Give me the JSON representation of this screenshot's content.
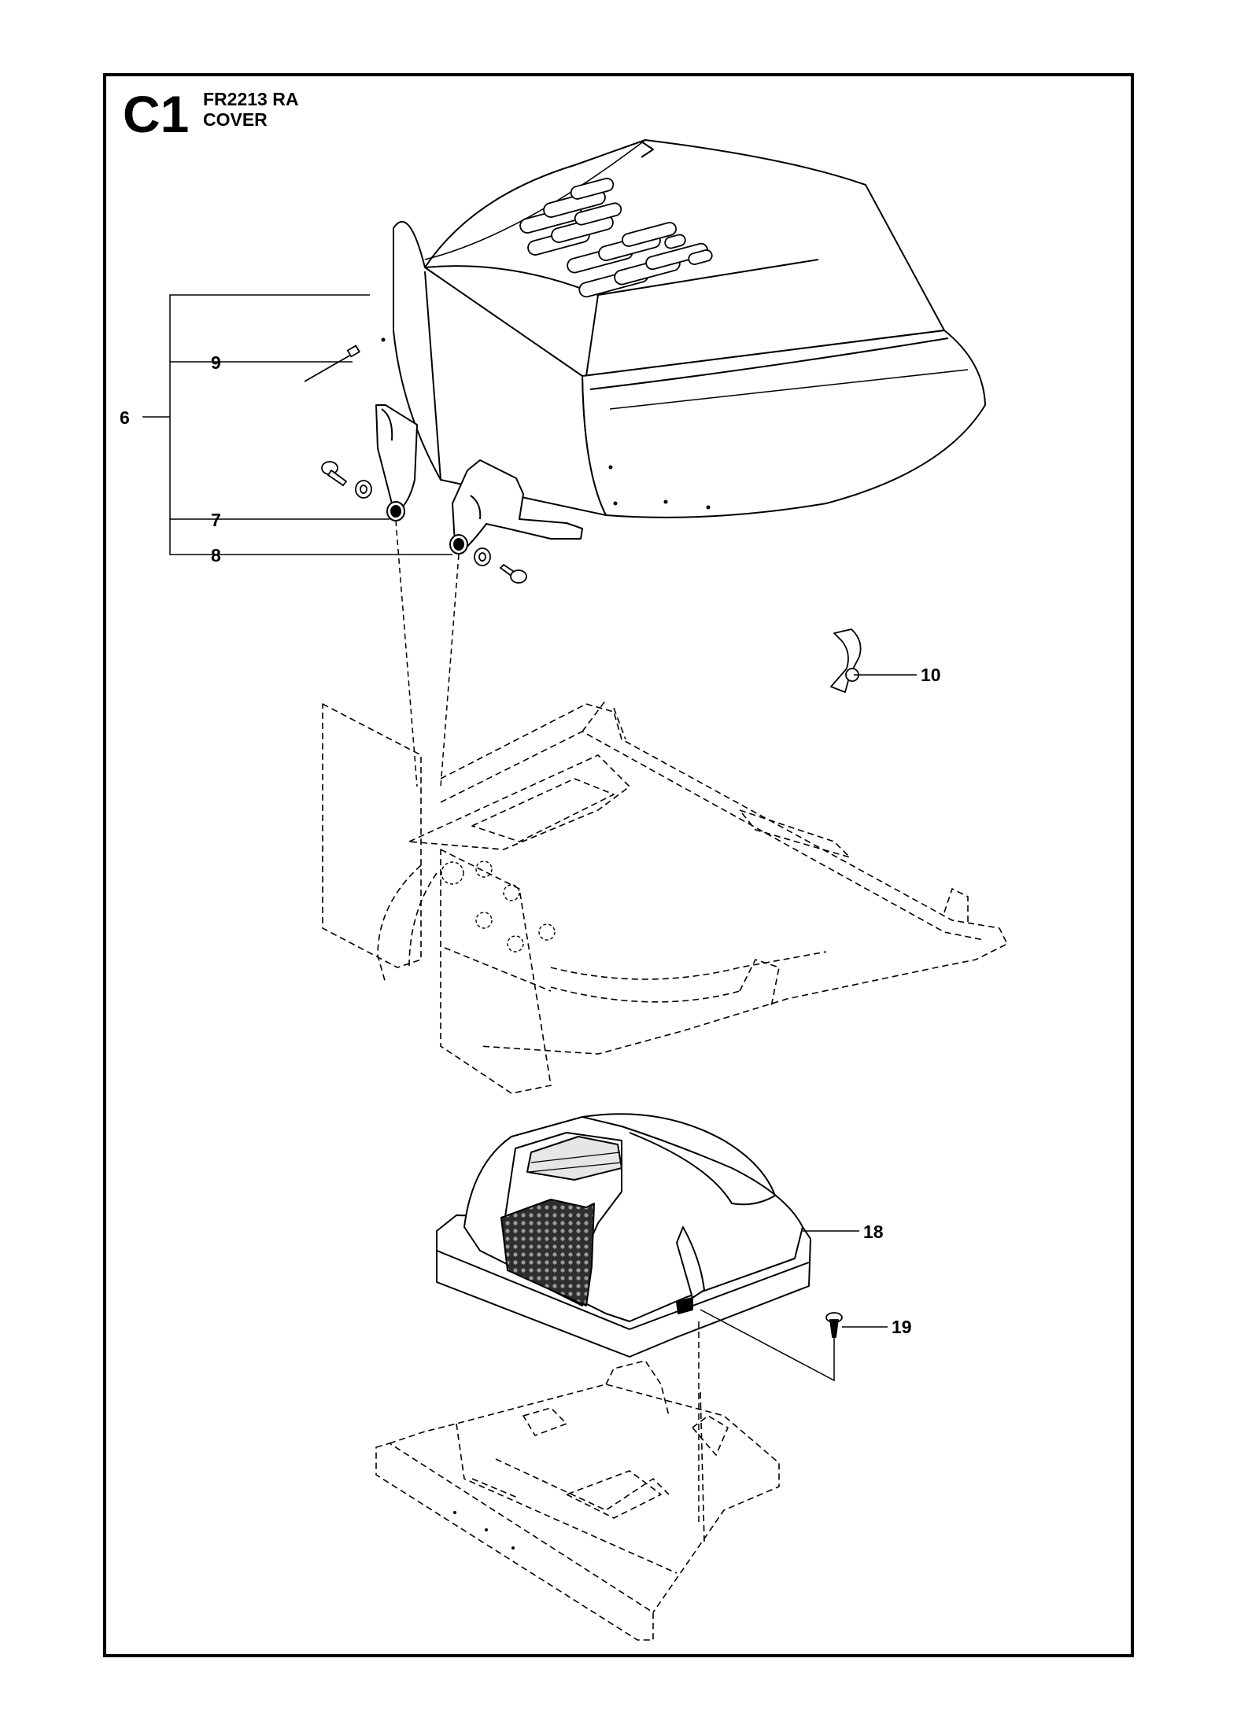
{
  "header": {
    "section_code": "C1",
    "model": "FR2213 RA",
    "assembly_name": "COVER"
  },
  "callouts": [
    {
      "id": "c6",
      "label": "6"
    },
    {
      "id": "c7",
      "label": "7"
    },
    {
      "id": "c8",
      "label": "8"
    },
    {
      "id": "c9",
      "label": "9"
    },
    {
      "id": "c10",
      "label": "10"
    },
    {
      "id": "c18",
      "label": "18"
    },
    {
      "id": "c19",
      "label": "19"
    }
  ],
  "colors": {
    "line": "#000000",
    "background": "#ffffff",
    "grille": "#3a3a3a"
  }
}
